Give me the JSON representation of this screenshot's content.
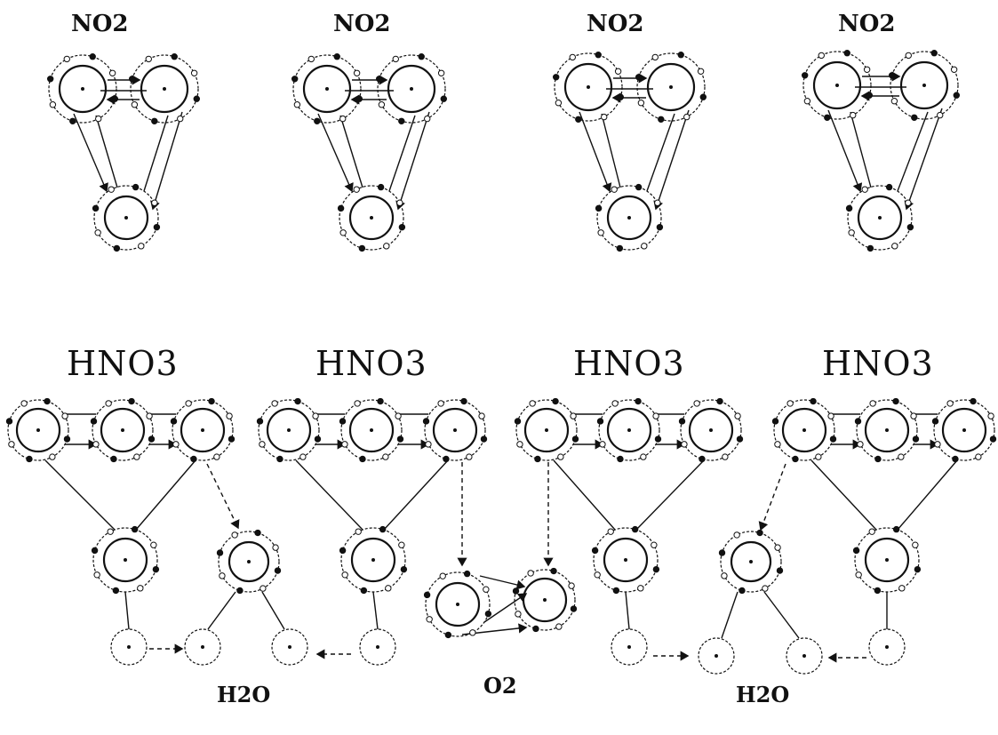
{
  "labels": {
    "no2": [
      "NO2",
      "NO2",
      "NO2",
      "NO2"
    ],
    "hno3": [
      "HNO3",
      "HNO3",
      "HNO3",
      "HNO3"
    ],
    "h2o": [
      "H2O",
      "H2O"
    ],
    "o2": "O2"
  },
  "colors": {
    "ink": "#111111",
    "paper": "#ffffff"
  }
}
